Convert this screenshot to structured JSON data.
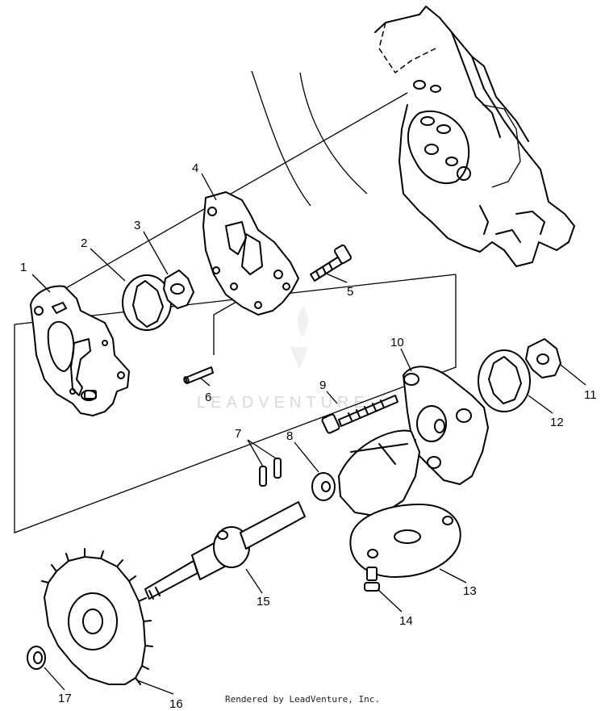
{
  "watermark": {
    "text": "LEADVENTURE"
  },
  "callouts": [
    {
      "id": "1",
      "label": "1"
    },
    {
      "id": "2",
      "label": "2"
    },
    {
      "id": "3",
      "label": "3"
    },
    {
      "id": "4",
      "label": "4"
    },
    {
      "id": "5",
      "label": "5"
    },
    {
      "id": "6",
      "label": "6"
    },
    {
      "id": "7",
      "label": "7"
    },
    {
      "id": "8",
      "label": "8"
    },
    {
      "id": "9",
      "label": "9"
    },
    {
      "id": "10",
      "label": "10"
    },
    {
      "id": "11",
      "label": "11"
    },
    {
      "id": "12",
      "label": "12"
    },
    {
      "id": "13",
      "label": "13"
    },
    {
      "id": "14",
      "label": "14"
    },
    {
      "id": "15",
      "label": "15"
    },
    {
      "id": "16",
      "label": "16"
    },
    {
      "id": "17",
      "label": "17"
    }
  ],
  "footer": {
    "credit": "Rendered by LeadVenture, Inc."
  }
}
